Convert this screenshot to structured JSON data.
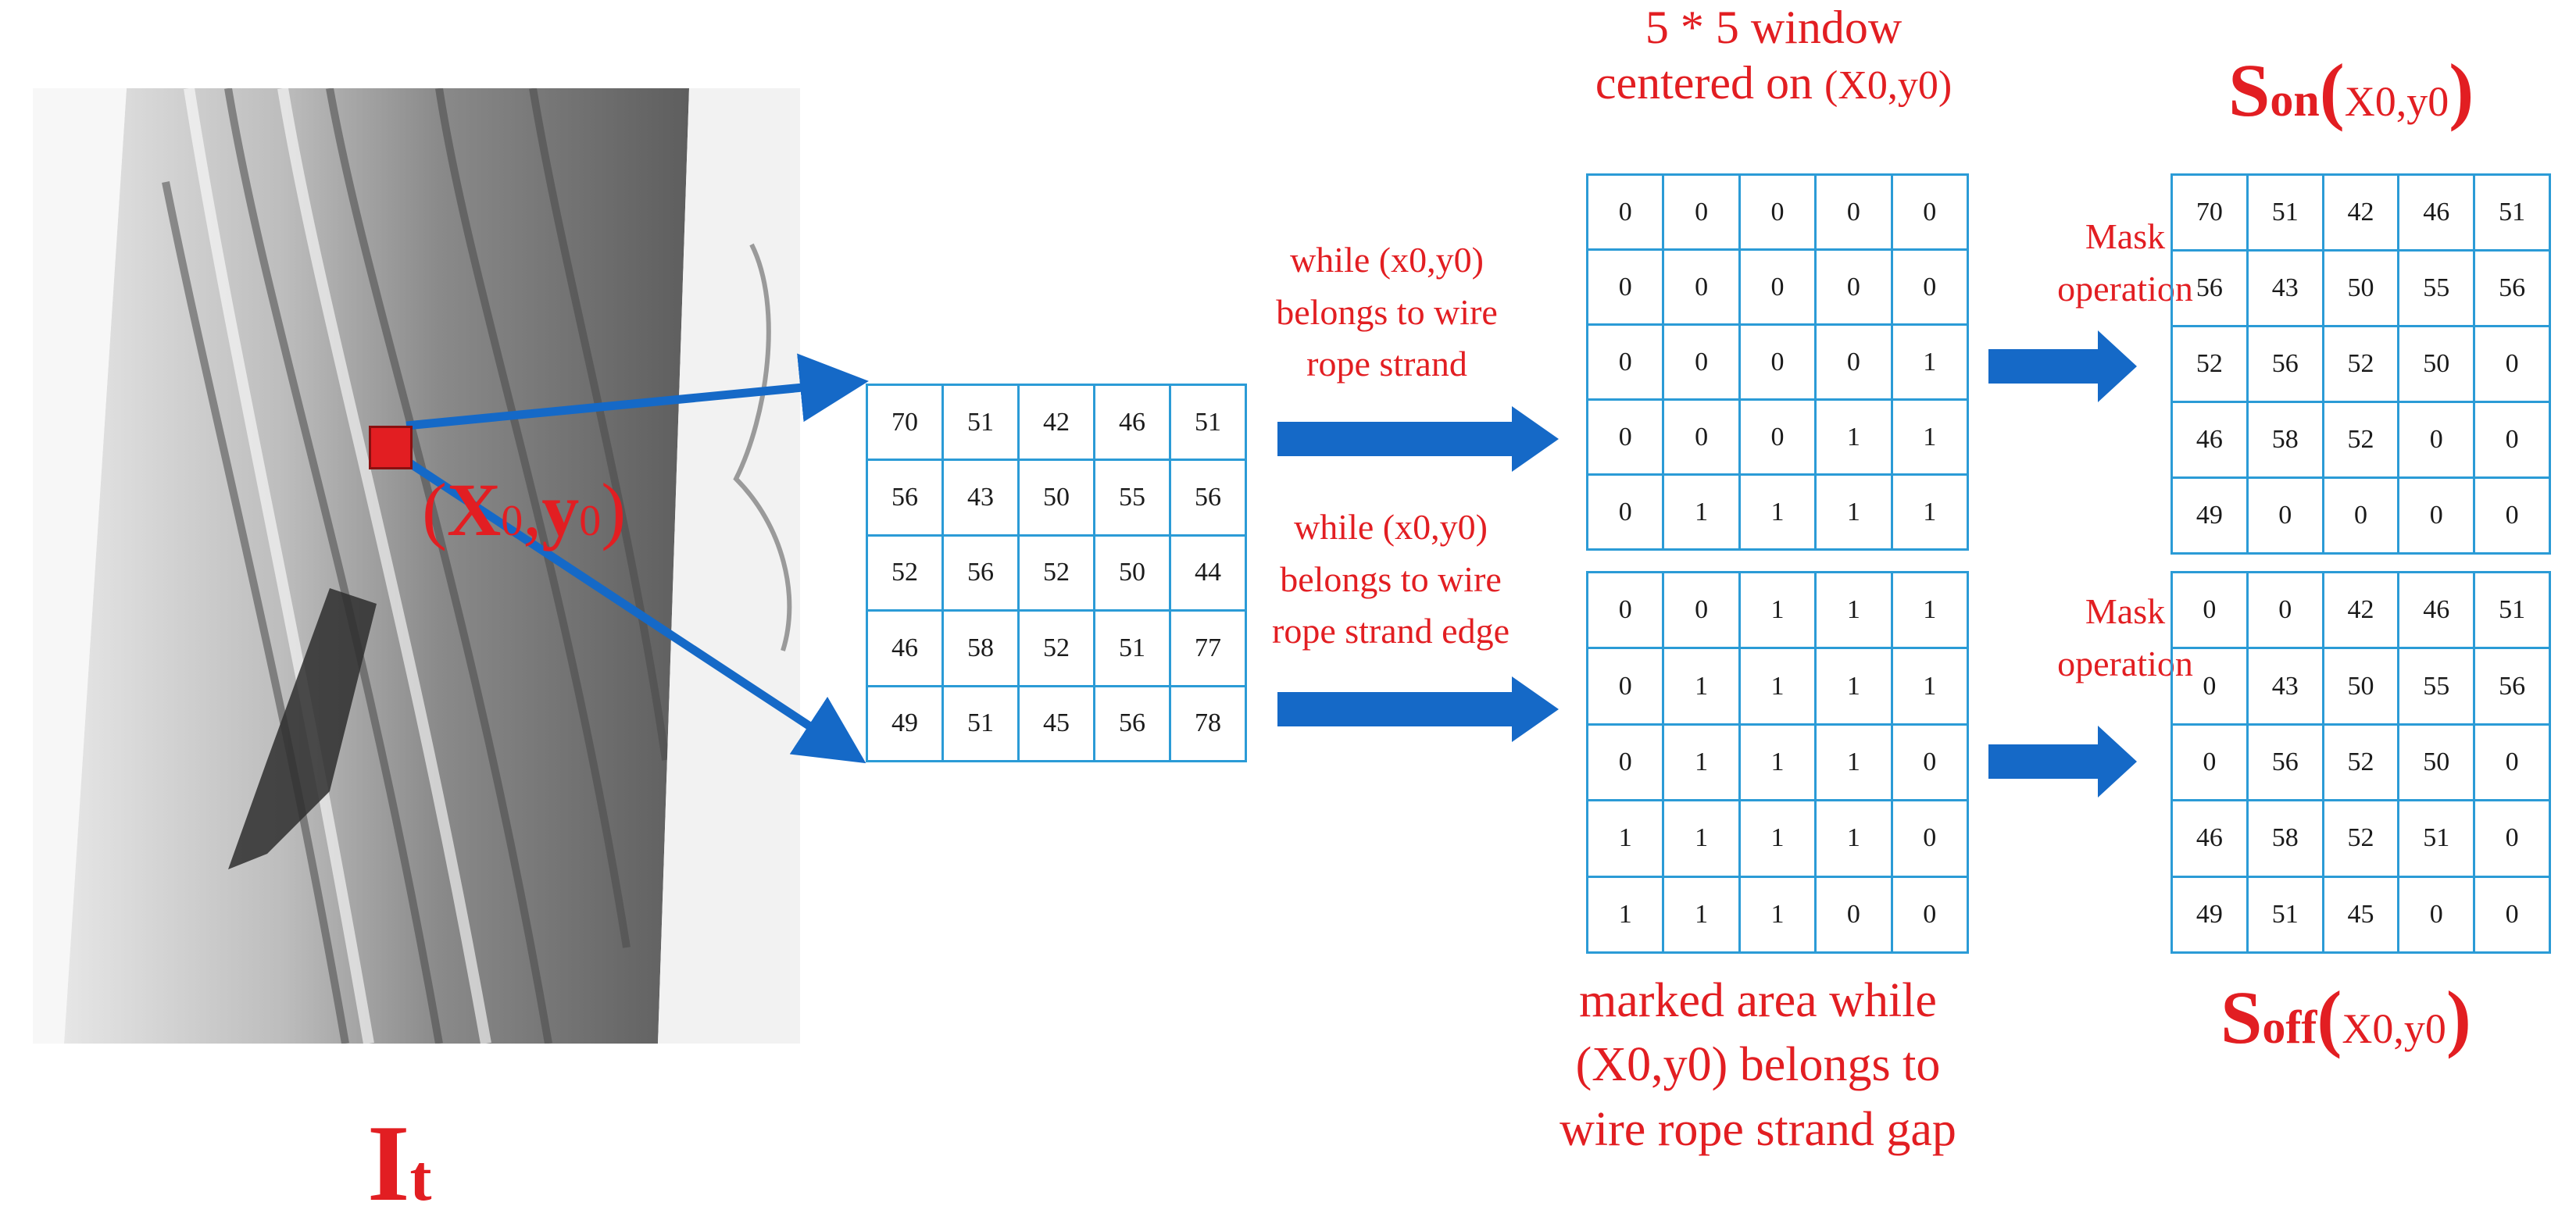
{
  "photo_label": {
    "main": "I",
    "sub": "t"
  },
  "point_label": {
    "open": "(",
    "x": "X",
    "x_sub": "0",
    "comma": ",",
    "y": "y",
    "y_sub": "0",
    "close": ")"
  },
  "window_title": {
    "line1": "5 * 5 window",
    "line2_prefix": "centered on ",
    "coord": "(X0,y0)"
  },
  "input_matrix": [
    [
      "70",
      "51",
      "42",
      "46",
      "51"
    ],
    [
      "56",
      "43",
      "50",
      "55",
      "56"
    ],
    [
      "52",
      "56",
      "52",
      "50",
      "44"
    ],
    [
      "46",
      "58",
      "52",
      "51",
      "77"
    ],
    [
      "49",
      "51",
      "45",
      "56",
      "78"
    ]
  ],
  "branch_strand": {
    "line1": "while  (x0,y0)",
    "line2": "belongs to wire",
    "line3": "rope strand"
  },
  "branch_edge": {
    "line1": "while (x0,y0)",
    "line2": "belongs to wire",
    "line3": "rope strand edge"
  },
  "mask_on": [
    [
      "0",
      "0",
      "0",
      "0",
      "0"
    ],
    [
      "0",
      "0",
      "0",
      "0",
      "0"
    ],
    [
      "0",
      "0",
      "0",
      "0",
      "1"
    ],
    [
      "0",
      "0",
      "0",
      "1",
      "1"
    ],
    [
      "0",
      "1",
      "1",
      "1",
      "1"
    ]
  ],
  "mask_off": [
    [
      "0",
      "0",
      "1",
      "1",
      "1"
    ],
    [
      "0",
      "1",
      "1",
      "1",
      "1"
    ],
    [
      "0",
      "1",
      "1",
      "1",
      "0"
    ],
    [
      "1",
      "1",
      "1",
      "1",
      "0"
    ],
    [
      "1",
      "1",
      "1",
      "0",
      "0"
    ]
  ],
  "mask_op_top": {
    "line1": "Mask",
    "line2": "operation"
  },
  "mask_op_bottom": {
    "line1": "Mask",
    "line2": "operation"
  },
  "result_on": [
    [
      "70",
      "51",
      "42",
      "46",
      "51"
    ],
    [
      "56",
      "43",
      "50",
      "55",
      "56"
    ],
    [
      "52",
      "56",
      "52",
      "50",
      "0"
    ],
    [
      "46",
      "58",
      "52",
      "0",
      "0"
    ],
    [
      "49",
      "0",
      "0",
      "0",
      "0"
    ]
  ],
  "result_off": [
    [
      "0",
      "0",
      "42",
      "46",
      "51"
    ],
    [
      "0",
      "43",
      "50",
      "55",
      "56"
    ],
    [
      "0",
      "56",
      "52",
      "50",
      "0"
    ],
    [
      "46",
      "58",
      "52",
      "51",
      "0"
    ],
    [
      "49",
      "51",
      "45",
      "0",
      "0"
    ]
  ],
  "s_on_label": {
    "main": "S",
    "sub": "on",
    "open": "(",
    "coord": "X0,y0",
    "close": ")"
  },
  "s_off_label": {
    "main": "S",
    "sub": "off",
    "open": "(",
    "coord": "X0,y0",
    "close": ")"
  },
  "gap_caption": {
    "line1": "marked area while",
    "line2": "(X0,y0) belongs to",
    "line3": "wire rope strand gap"
  },
  "colors": {
    "accent_red": "#e21e22",
    "grid_blue": "#2b9bd6",
    "arrow_blue": "#1569c7"
  }
}
